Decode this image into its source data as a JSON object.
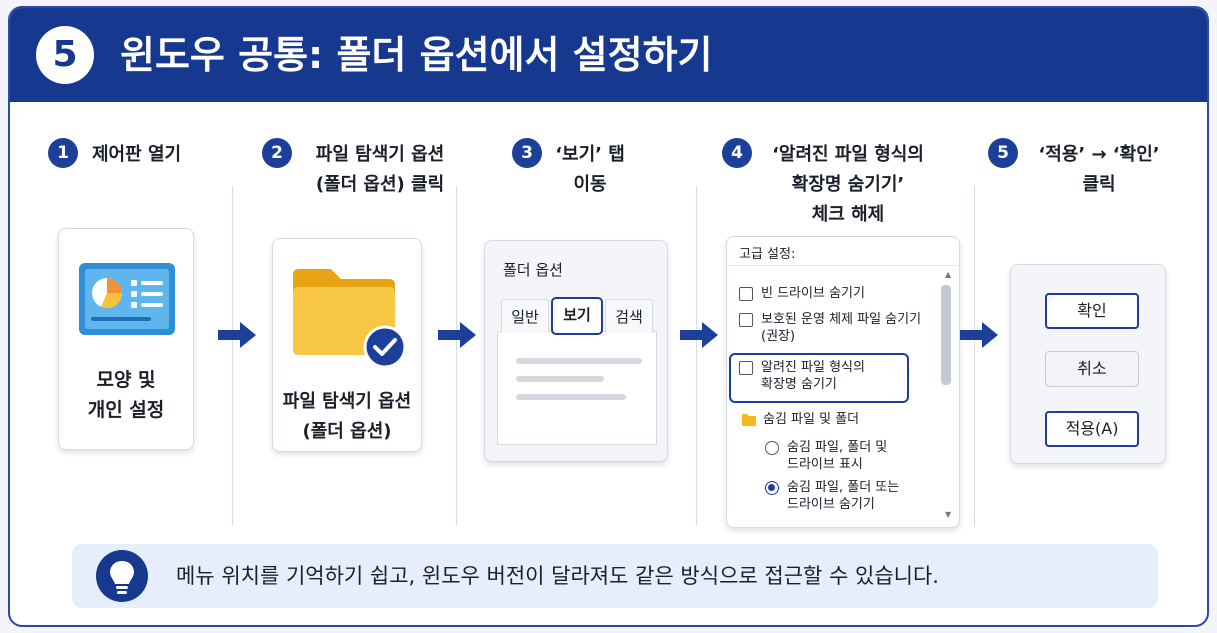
{
  "header": {
    "number": "5",
    "title": "윈도우 공통: 폴더 옵션에서 설정하기"
  },
  "steps": [
    {
      "number": "1",
      "lines": [
        "제어판 열기"
      ]
    },
    {
      "number": "2",
      "lines": [
        "파일 탐색기 옵션",
        "(폴더 옵션) 클릭"
      ]
    },
    {
      "number": "3",
      "lines": [
        "‘보기’ 탭",
        "이동"
      ]
    },
    {
      "number": "4",
      "lines": [
        "‘알려진 파일 형식의",
        "확장명 숨기기’",
        "체크 해제"
      ]
    },
    {
      "number": "5",
      "lines": [
        "‘적용’ → ‘확인’",
        "클릭"
      ]
    }
  ],
  "control_panel": {
    "icon": "control-panel-icon",
    "lines": [
      "모양 및",
      "개인 설정"
    ]
  },
  "explorer": {
    "icon": "folder-check-icon",
    "lines": [
      "파일 탐색기 옵션",
      "(폴더 옵션)"
    ]
  },
  "folder_options": {
    "title": "폴더 옵션",
    "tabs": [
      "일반",
      "보기",
      "검색"
    ],
    "active_tab": "보기"
  },
  "advanced": {
    "title": "고급 설정:",
    "items": [
      {
        "type": "checkbox",
        "checked": false,
        "lines": [
          "빈 드라이브 숨기기"
        ]
      },
      {
        "type": "checkbox",
        "checked": false,
        "lines": [
          "보호된 운영 체제 파일 숨기기",
          "(권장)"
        ]
      },
      {
        "type": "checkbox",
        "checked": false,
        "highlighted": true,
        "lines": [
          "알려진 파일 형식의",
          "확장명 숨기기"
        ]
      },
      {
        "type": "folder",
        "icon": "folder-icon",
        "lines": [
          "숨김 파일 및 폴더"
        ]
      },
      {
        "type": "radio",
        "checked": false,
        "lines": [
          "숨김 파일, 폴더 및",
          "드라이브 표시"
        ]
      },
      {
        "type": "radio",
        "checked": true,
        "lines": [
          "숨김 파일, 폴더 또는",
          "드라이브 숨기기"
        ]
      }
    ]
  },
  "buttons": [
    {
      "label": "확인",
      "highlighted": true
    },
    {
      "label": "취소",
      "highlighted": false
    },
    {
      "label": "적용(A)",
      "highlighted": true
    }
  ],
  "tip": {
    "icon": "lightbulb-icon",
    "text": "메뉴 위치를 기억하기 쉽고, 윈도우 버전이 달라져도 같은 방식으로 접근할 수 있습니다."
  },
  "colors": {
    "primary": "#17388f",
    "accent": "#1c3f9a",
    "folder": "#f5b91c",
    "tip_bg": "#e7eefb"
  }
}
